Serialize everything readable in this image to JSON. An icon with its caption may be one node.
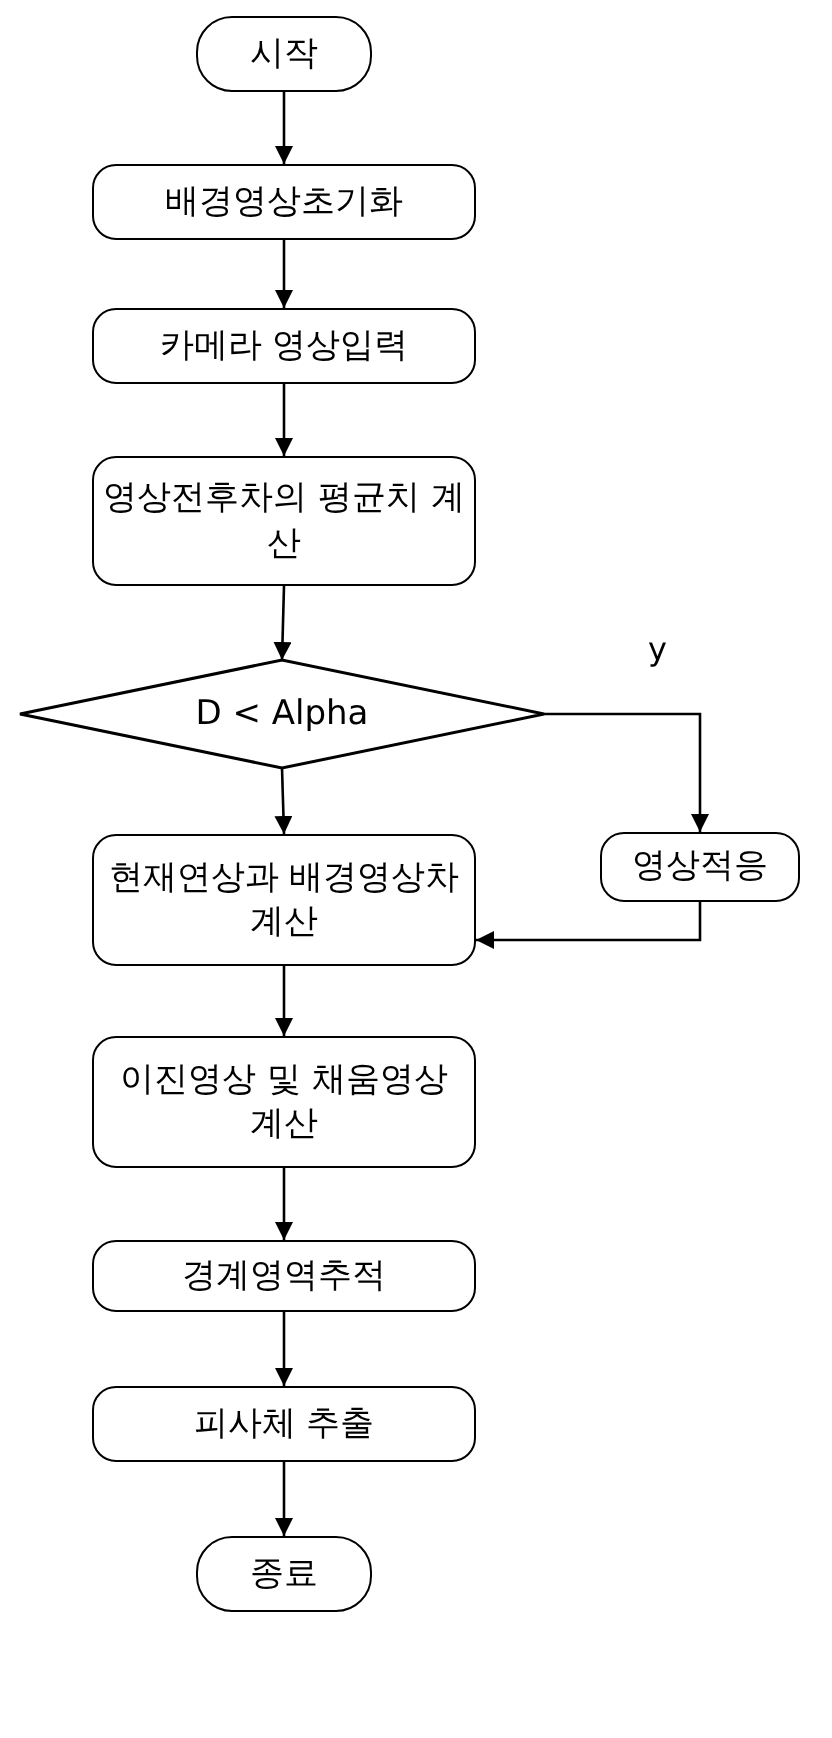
{
  "diagram": {
    "nodes": [
      {
        "text": [
          "시작"
        ]
      },
      {
        "text": [
          "배경영상초기화"
        ]
      },
      {
        "text": [
          "카메라 영상입력"
        ]
      },
      {
        "text": [
          "영상전후차의 평균치 계산"
        ]
      },
      {
        "text": [
          "D < Alpha"
        ]
      },
      {
        "text": [
          "영상적응"
        ]
      },
      {
        "text": [
          "현재연상과 배경영상차 계산"
        ]
      },
      {
        "text": [
          "이진영상 및 채움영상 계산"
        ]
      },
      {
        "text": [
          "경계영역추적"
        ]
      },
      {
        "text": [
          "피사체 추출"
        ]
      },
      {
        "text": [
          "종료"
        ]
      }
    ],
    "edges": [
      {
        "from": 0,
        "to": 1,
        "arrow": "to"
      },
      {
        "from": 1,
        "to": 2,
        "arrow": "to"
      },
      {
        "from": 2,
        "to": 3,
        "arrow": "to"
      },
      {
        "from": 3,
        "to": 4,
        "arrow": "to"
      },
      {
        "from": 4,
        "to": 5,
        "arrow": "to",
        "label": "y"
      },
      {
        "from": 4,
        "to": 6,
        "arrow": "to"
      },
      {
        "from": 5,
        "to": 6,
        "arrow": "to"
      },
      {
        "from": 6,
        "to": 7,
        "arrow": "to"
      },
      {
        "from": 7,
        "to": 8,
        "arrow": "to"
      },
      {
        "from": 8,
        "to": 9,
        "arrow": "to"
      },
      {
        "from": 9,
        "to": 10,
        "arrow": "to"
      }
    ]
  }
}
